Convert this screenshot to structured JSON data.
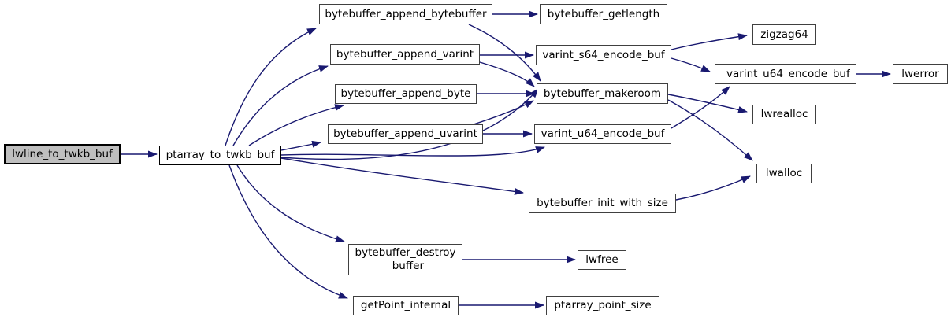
{
  "diagram": {
    "kind": "doxygen-call-graph",
    "highlighted_node": "lwline_to_twkb_buf",
    "colors": {
      "edge": "#191970",
      "node_fill": "#ffffff",
      "node_border": "#404040",
      "highlight_fill": "#bfbfbf",
      "highlight_border": "#000000",
      "text": "#000000"
    },
    "nodes": [
      {
        "id": "lwline_to_twkb_buf",
        "label": "lwline_to_twkb_buf",
        "highlighted": true
      },
      {
        "id": "ptarray_to_twkb_buf",
        "label": "ptarray_to_twkb_buf",
        "highlighted": false
      },
      {
        "id": "bytebuffer_append_bytebuffer",
        "label": "bytebuffer_append_bytebuffer",
        "highlighted": false
      },
      {
        "id": "bytebuffer_getlength",
        "label": "bytebuffer_getlength",
        "highlighted": false
      },
      {
        "id": "bytebuffer_append_varint",
        "label": "bytebuffer_append_varint",
        "highlighted": false
      },
      {
        "id": "varint_s64_encode_buf",
        "label": "varint_s64_encode_buf",
        "highlighted": false
      },
      {
        "id": "zigzag64",
        "label": "zigzag64",
        "highlighted": false
      },
      {
        "id": "_varint_u64_encode_buf",
        "label": "_varint_u64_encode_buf",
        "highlighted": false
      },
      {
        "id": "lwerror",
        "label": "lwerror",
        "highlighted": false
      },
      {
        "id": "bytebuffer_append_byte",
        "label": "bytebuffer_append_byte",
        "highlighted": false
      },
      {
        "id": "bytebuffer_makeroom",
        "label": "bytebuffer_makeroom",
        "highlighted": false
      },
      {
        "id": "lwrealloc",
        "label": "lwrealloc",
        "highlighted": false
      },
      {
        "id": "bytebuffer_append_uvarint",
        "label": "bytebuffer_append_uvarint",
        "highlighted": false
      },
      {
        "id": "varint_u64_encode_buf",
        "label": "varint_u64_encode_buf",
        "highlighted": false
      },
      {
        "id": "lwalloc",
        "label": "lwalloc",
        "highlighted": false
      },
      {
        "id": "bytebuffer_init_with_size",
        "label": "bytebuffer_init_with_size",
        "highlighted": false
      },
      {
        "id": "bytebuffer_destroy_buffer",
        "label": "bytebuffer_destroy\n_buffer",
        "highlighted": false
      },
      {
        "id": "lwfree",
        "label": "lwfree",
        "highlighted": false
      },
      {
        "id": "getPoint_internal",
        "label": "getPoint_internal",
        "highlighted": false
      },
      {
        "id": "ptarray_point_size",
        "label": "ptarray_point_size",
        "highlighted": false
      }
    ],
    "edges": [
      {
        "from": "lwline_to_twkb_buf",
        "to": "ptarray_to_twkb_buf"
      },
      {
        "from": "ptarray_to_twkb_buf",
        "to": "bytebuffer_append_bytebuffer"
      },
      {
        "from": "ptarray_to_twkb_buf",
        "to": "bytebuffer_append_varint"
      },
      {
        "from": "ptarray_to_twkb_buf",
        "to": "bytebuffer_append_byte"
      },
      {
        "from": "ptarray_to_twkb_buf",
        "to": "bytebuffer_append_uvarint"
      },
      {
        "from": "ptarray_to_twkb_buf",
        "to": "bytebuffer_makeroom"
      },
      {
        "from": "ptarray_to_twkb_buf",
        "to": "varint_u64_encode_buf"
      },
      {
        "from": "ptarray_to_twkb_buf",
        "to": "bytebuffer_init_with_size"
      },
      {
        "from": "ptarray_to_twkb_buf",
        "to": "bytebuffer_destroy_buffer"
      },
      {
        "from": "ptarray_to_twkb_buf",
        "to": "getPoint_internal"
      },
      {
        "from": "bytebuffer_append_bytebuffer",
        "to": "bytebuffer_getlength"
      },
      {
        "from": "bytebuffer_append_bytebuffer",
        "to": "bytebuffer_makeroom"
      },
      {
        "from": "bytebuffer_append_varint",
        "to": "varint_s64_encode_buf"
      },
      {
        "from": "bytebuffer_append_varint",
        "to": "bytebuffer_makeroom"
      },
      {
        "from": "bytebuffer_append_byte",
        "to": "bytebuffer_makeroom"
      },
      {
        "from": "bytebuffer_append_uvarint",
        "to": "varint_u64_encode_buf"
      },
      {
        "from": "bytebuffer_append_uvarint",
        "to": "bytebuffer_makeroom"
      },
      {
        "from": "varint_s64_encode_buf",
        "to": "zigzag64"
      },
      {
        "from": "varint_s64_encode_buf",
        "to": "_varint_u64_encode_buf"
      },
      {
        "from": "varint_u64_encode_buf",
        "to": "_varint_u64_encode_buf"
      },
      {
        "from": "bytebuffer_makeroom",
        "to": "lwrealloc"
      },
      {
        "from": "bytebuffer_makeroom",
        "to": "lwalloc"
      },
      {
        "from": "bytebuffer_init_with_size",
        "to": "lwalloc"
      },
      {
        "from": "_varint_u64_encode_buf",
        "to": "lwerror"
      },
      {
        "from": "bytebuffer_destroy_buffer",
        "to": "lwfree"
      },
      {
        "from": "getPoint_internal",
        "to": "ptarray_point_size"
      }
    ]
  }
}
